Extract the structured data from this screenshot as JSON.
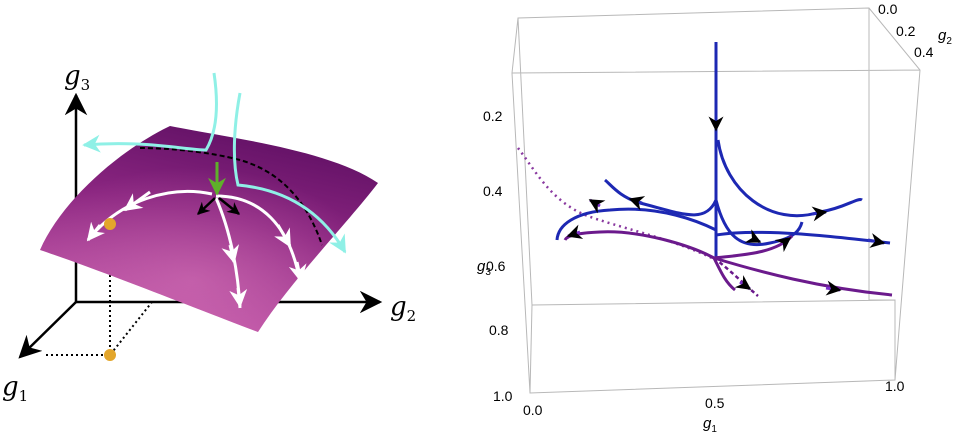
{
  "left_panel": {
    "axes": {
      "g1": {
        "var": "g",
        "sub": "1"
      },
      "g2": {
        "var": "g",
        "sub": "2"
      },
      "g3": {
        "var": "g",
        "sub": "3"
      }
    }
  },
  "right_panel": {
    "axis_labels": {
      "g1": {
        "var": "g",
        "sub": "1"
      },
      "g2": {
        "var": "g",
        "sub": "2"
      },
      "g3": {
        "var": "g",
        "sub": "3"
      }
    },
    "g1_ticks": [
      "0.0",
      "0.5",
      "1.0"
    ],
    "g2_ticks": [
      "0.0",
      "0.2",
      "0.4"
    ],
    "g3_ticks": [
      "0.2",
      "0.4",
      "0.6",
      "0.8",
      "1.0"
    ]
  },
  "colors": {
    "surface_dark": "#5e0f63",
    "surface_light": "#c55aab",
    "cyan_flow": "#8ff0e6",
    "white_flow": "#ffffff",
    "green_arrow": "#5fb02a",
    "fixed_point": "#e3a62b",
    "blue_flow": "#1d28b3",
    "purple_flow": "#6b1a8c",
    "violet_arrow": "#7b2fc9"
  }
}
